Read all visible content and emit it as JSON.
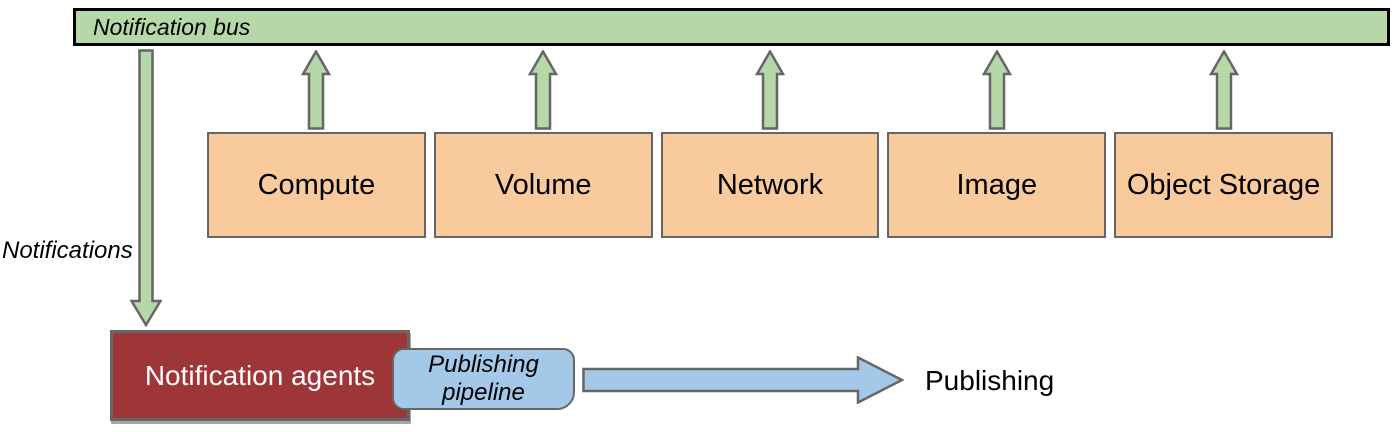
{
  "colors": {
    "busGreen": "#b6d7a8",
    "boxOrange": "#f9cb9c",
    "agentRed": "#9e3638",
    "pipelineBlue": "#a4c9e8",
    "borderGray": "#666666",
    "busBorder": "#000000"
  },
  "bus": {
    "label": "Notification bus"
  },
  "services": [
    {
      "label": "Compute"
    },
    {
      "label": "Volume"
    },
    {
      "label": "Network"
    },
    {
      "label": "Image"
    },
    {
      "label": "Object Storage"
    }
  ],
  "notifications": {
    "label": "Notifications"
  },
  "agents": {
    "label": "Notification agents"
  },
  "pipeline": {
    "label": "Publishing pipeline"
  },
  "publishing": {
    "label": "Publishing"
  }
}
